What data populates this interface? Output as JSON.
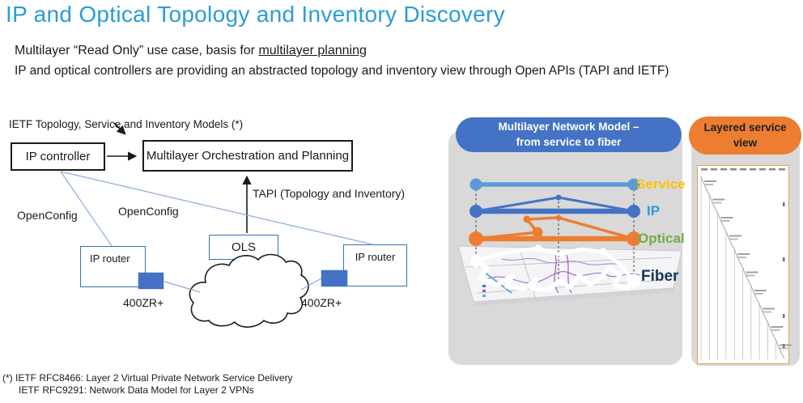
{
  "slide": {
    "title": "IP and Optical Topology and Inventory Discovery",
    "intro_line1_prefix": "Multilayer “Read Only” use case, basis for ",
    "intro_line1_underlined": "multilayer planning",
    "intro_line2": "IP and optical controllers are providing an abstracted topology and inventory view through Open APIs (TAPI and IETF)",
    "footnote_line1": "(*) IETF RFC8466: Layer 2 Virtual Private Network Service Delivery",
    "footnote_line2": "IETF RFC9291: Network Data Model for Layer 2 VPNs"
  },
  "left_diagram": {
    "models_label": "IETF Topology, Service  and Inventory Models (*)",
    "ip_controller_label": "IP controller",
    "orchestration_label": "Multilayer Orchestration and Planning",
    "tapi_label": "TAPI (Topology and Inventory)",
    "openconfig_label_left": "OpenConfig",
    "openconfig_label_mid": "OpenConfig",
    "ols_label": "OLS",
    "router_left_label": "IP router",
    "router_right_label": "IP router",
    "transceiver_left_label": "400ZR+",
    "transceiver_right_label": "400ZR+"
  },
  "model_panel": {
    "header_line1": "Multilayer Network Model –",
    "header_line2": "from service to fiber",
    "layers": [
      {
        "label": "Service",
        "label_color": "#FFC000",
        "line_color": "#5B9BD5"
      },
      {
        "label": "IP",
        "label_color": "#2B9CD8",
        "line_color": "#4472C4"
      },
      {
        "label": "Optical",
        "label_color": "#70AD47",
        "line_color": "#ED7D31"
      },
      {
        "label": "Fiber",
        "label_color": "#17365D",
        "line_color": "#FFFFFF"
      }
    ]
  },
  "service_panel": {
    "header_line1": "Layered service",
    "header_line2": "view"
  },
  "colors": {
    "title_blue": "#2B9CD8",
    "model_header_blue": "#4472C4",
    "service_header_orange": "#ED7D31",
    "panel_gray": "#D9D9D9",
    "black_box_border": "#1a1a1a",
    "blue_box_border": "#2E75B6",
    "transceiver_blue": "#4472C4",
    "connector_light_blue": "#8EAADB",
    "service_view_box_border": "#E2A33D"
  }
}
